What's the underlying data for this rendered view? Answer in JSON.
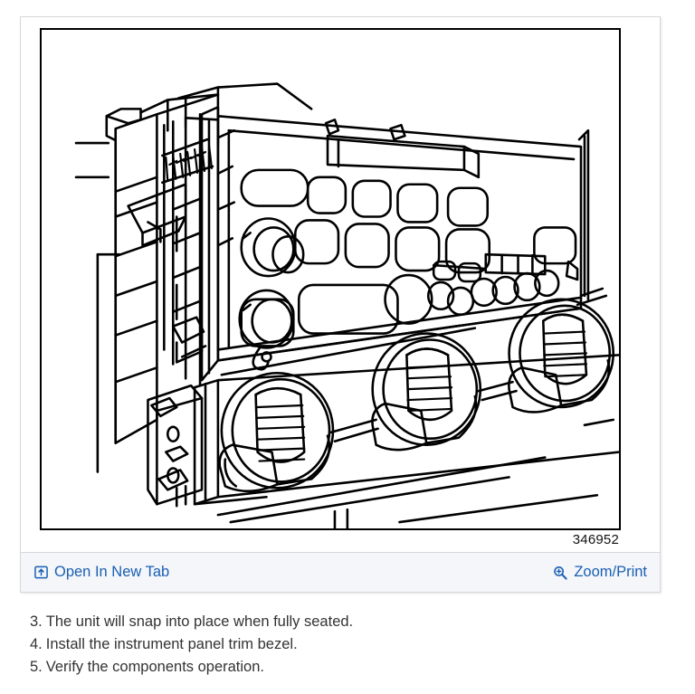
{
  "figure": {
    "number_label": "346952",
    "alt": "Exploded line drawing of an instrument panel showing the HVAC control head / radio assembly being installed into the dash opening, with three round dash vents below"
  },
  "toolbar": {
    "open_new_tab": {
      "label": "Open In New Tab",
      "icon": "open-in-new-tab-icon"
    },
    "zoom_print": {
      "label": "Zoom/Print",
      "icon": "magnifier-plus-icon"
    },
    "link_color": "#1a5fb4",
    "background_color": "#f4f6f9"
  },
  "instructions": [
    {
      "number": "3.",
      "text": "The unit will snap into place when fully seated."
    },
    {
      "number": "4.",
      "text": "Install the instrument panel trim bezel."
    },
    {
      "number": "5.",
      "text": "Verify the components operation."
    }
  ],
  "colors": {
    "page_background": "#ffffff",
    "panel_border": "#d8d8d8",
    "frame_stroke": "#000000",
    "body_text": "#333333",
    "figure_number_text": "#111111"
  }
}
